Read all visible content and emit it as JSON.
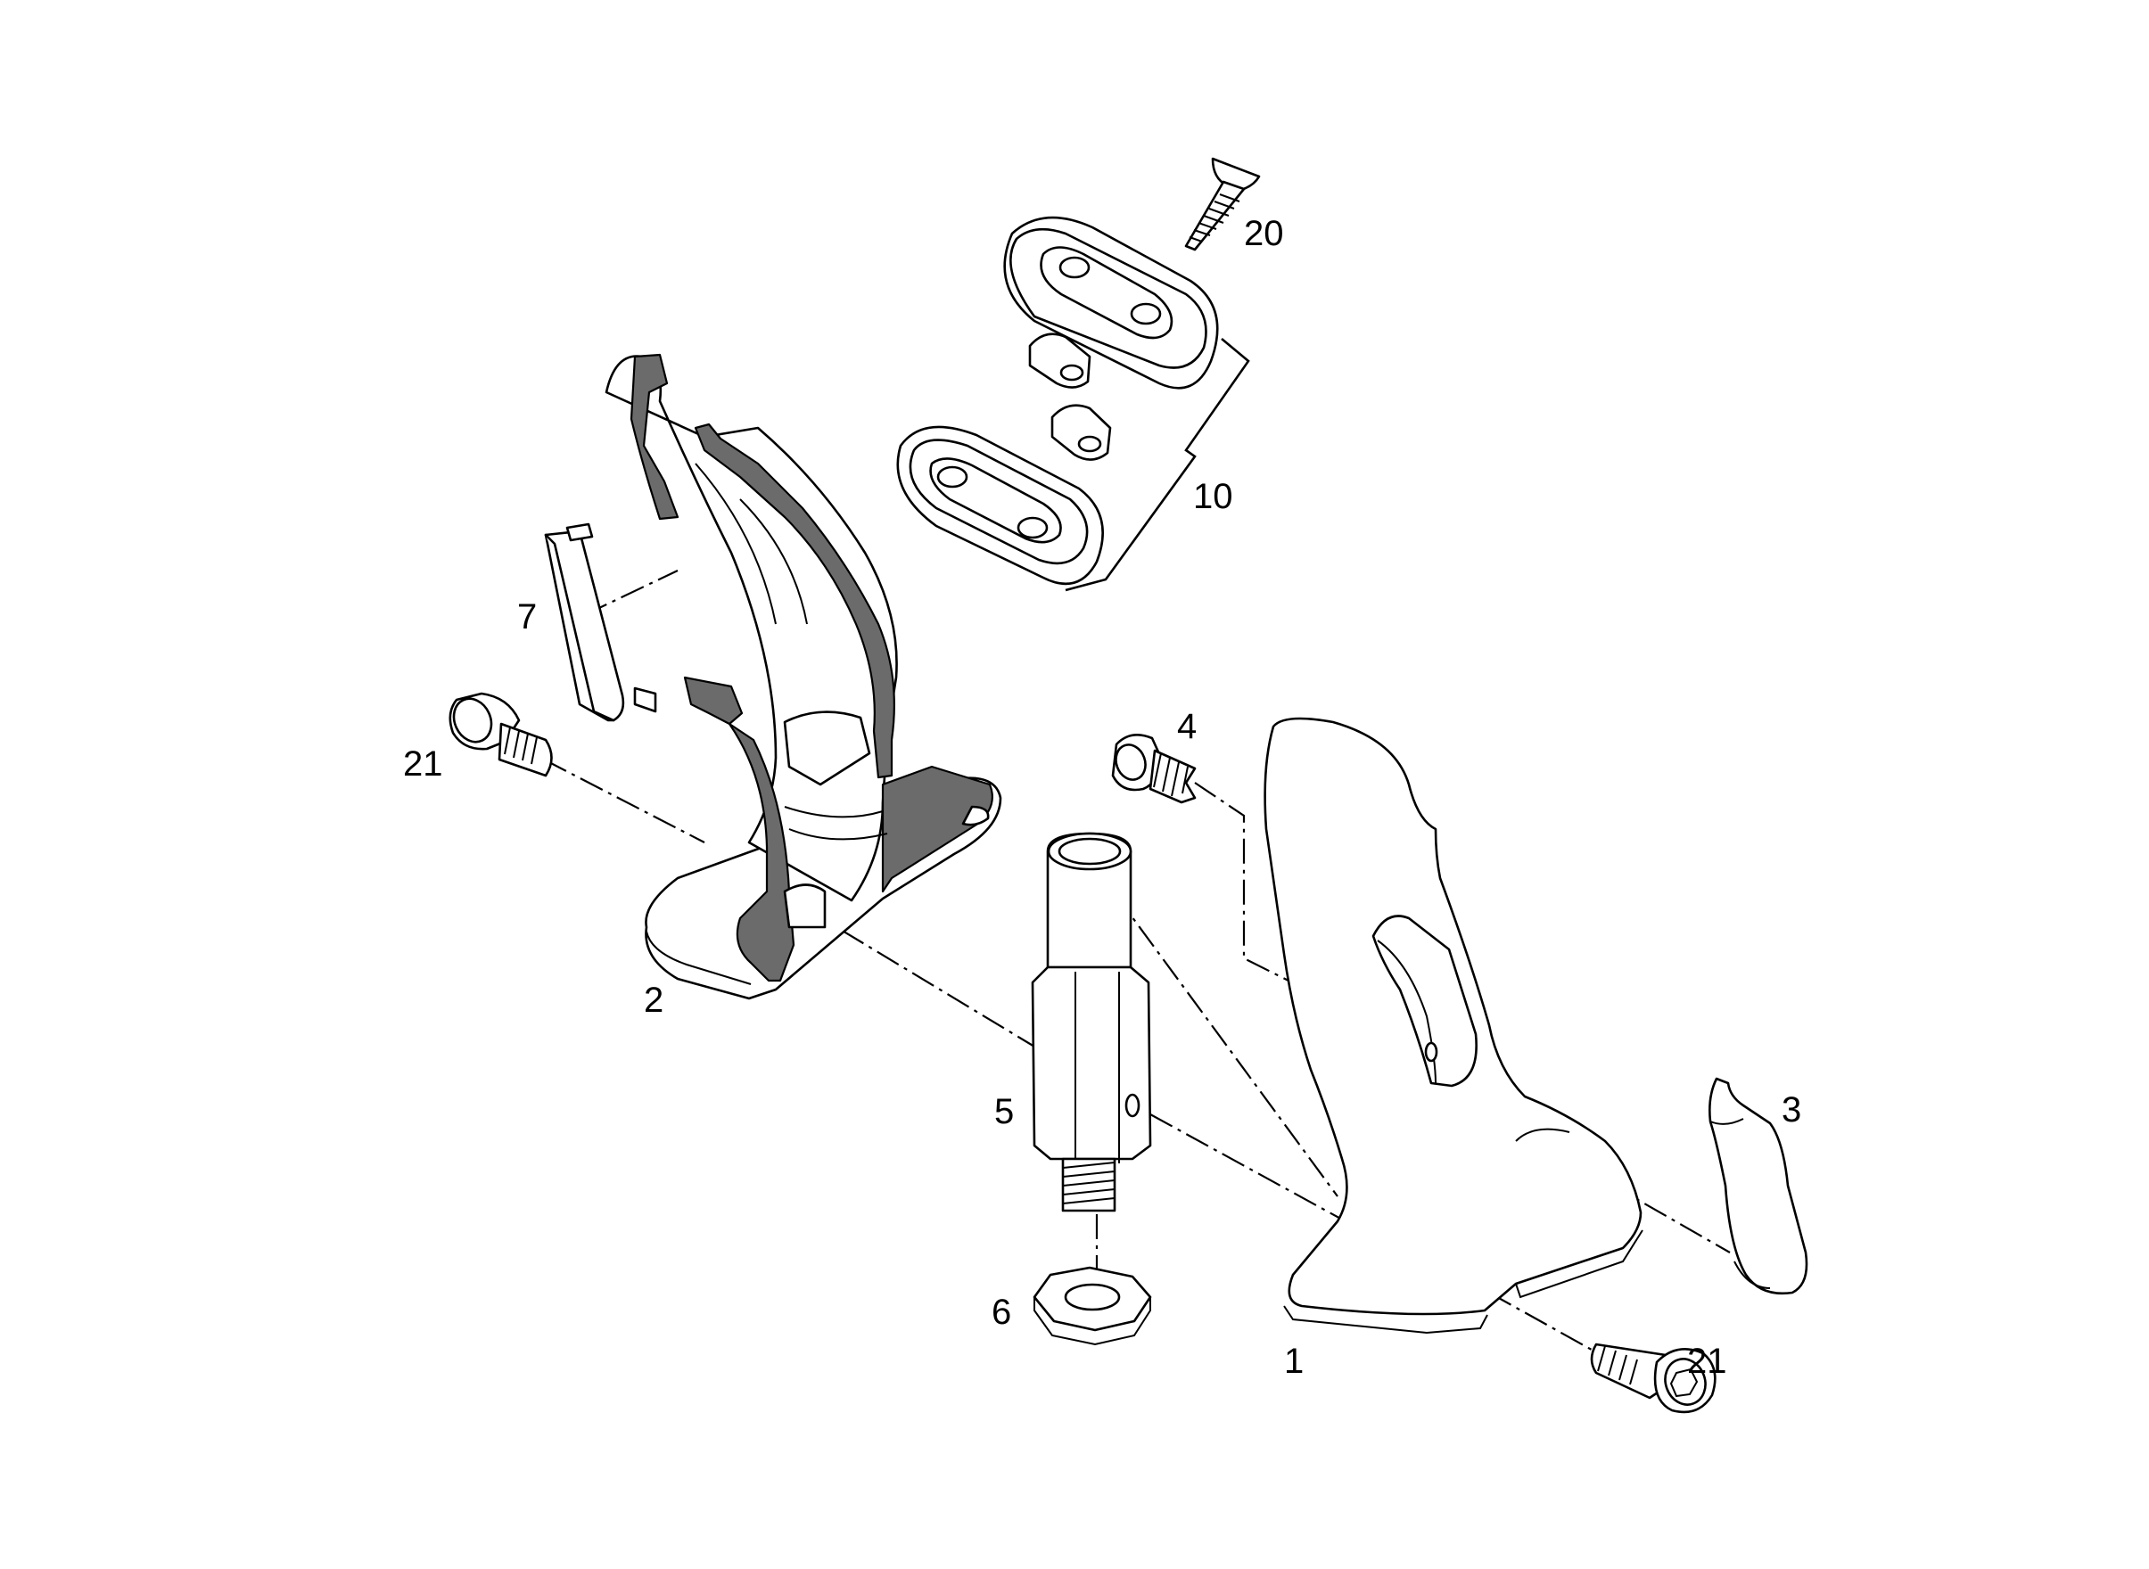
{
  "diagram": {
    "line_color": "#000000",
    "section_fill": "#6b6b6b",
    "background": "#ffffff"
  },
  "labels": {
    "part_1": "1",
    "part_2": "2",
    "part_3": "3",
    "part_4": "4",
    "part_5": "5",
    "part_6": "6",
    "part_7": "7",
    "part_10": "10",
    "part_20": "20",
    "part_21_left": "21",
    "part_21_right": "21"
  }
}
